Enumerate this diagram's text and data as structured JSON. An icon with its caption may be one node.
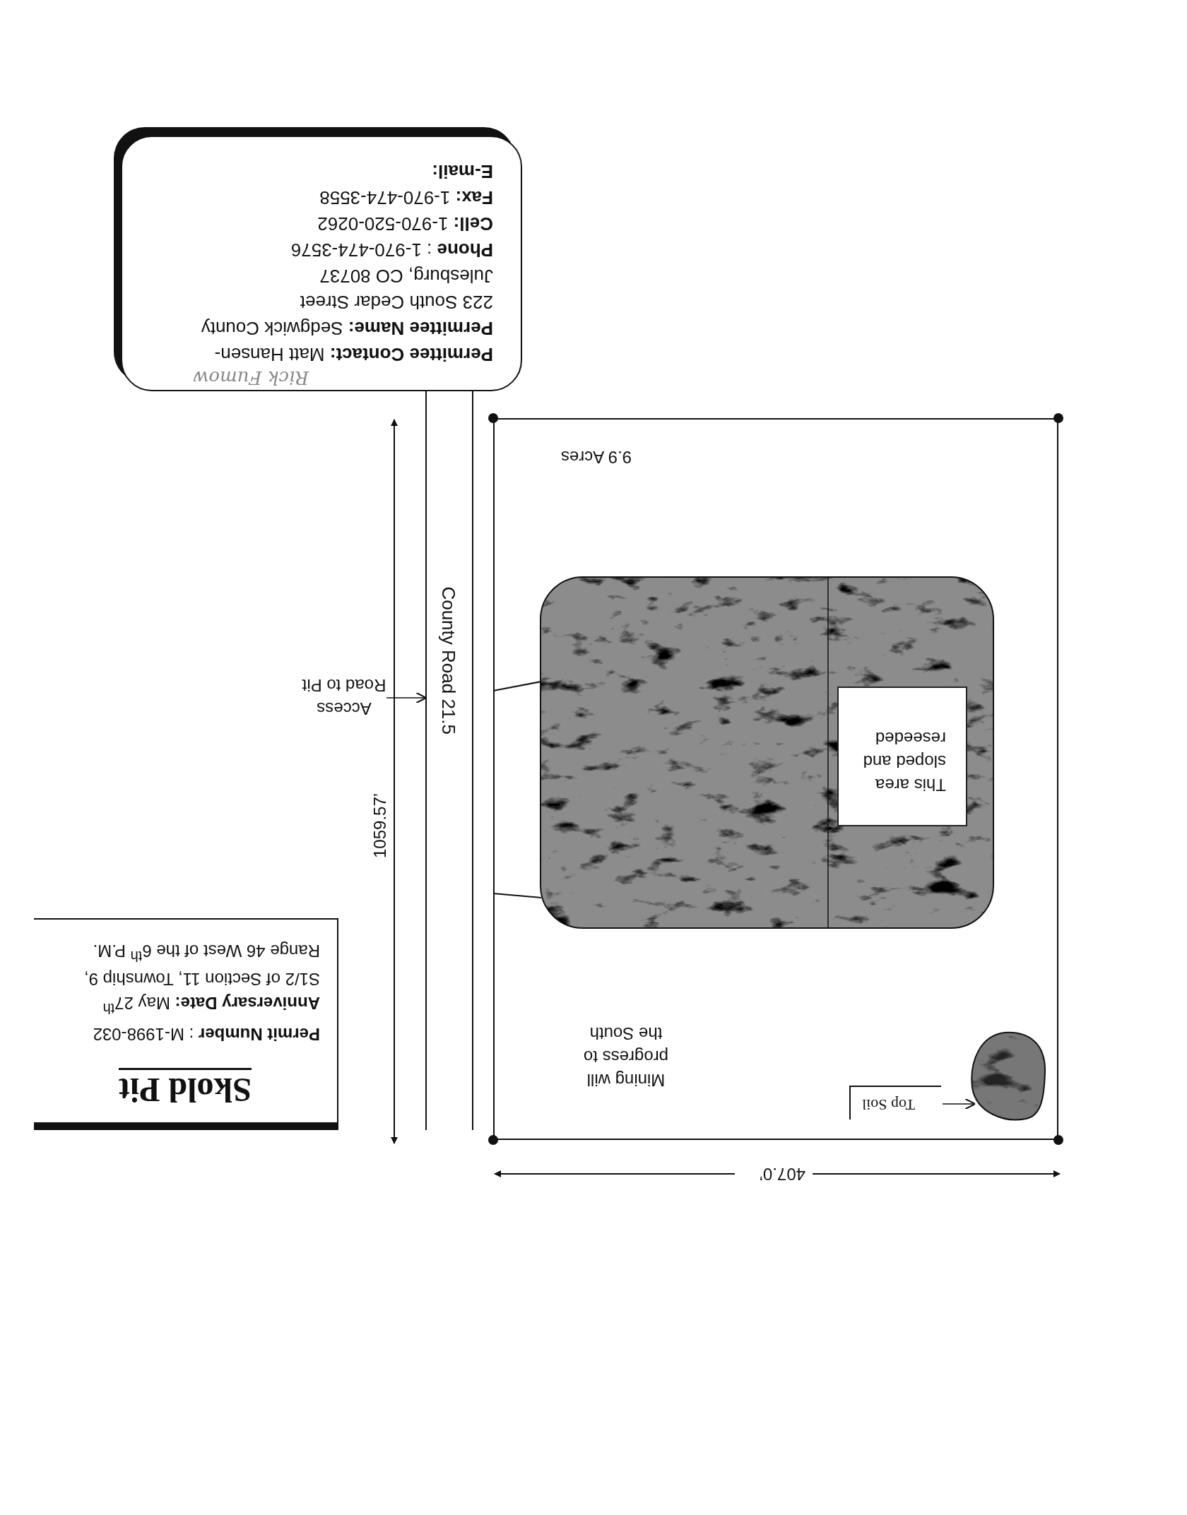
{
  "diagram": {
    "nodes": [
      {
        "text": [
          "Skold Pit",
          "**Permit Number** : M-1998-032",
          "**Anniversary Date:** May 27$^{th}$",
          "S1/2 of Section 11, Township 9, Range 46 West of the 6$^{th}$ P.M."
        ]
      },
      {
        "text": [
          "9.9 Acres",
          "Mining will progress to the South"
        ]
      },
      {
        "text": [],
        "shape": "picture",
        "in": 1
      },
      {
        "text": [
          "This area sloped and reseeded"
        ],
        "in": 2
      },
      {
        "text": [
          "Top Soil"
        ],
        "in": 1
      },
      {
        "text": [],
        "shape": "cloud",
        "in": 1
      },
      {
        "text": [
          "County Road 21.5"
        ]
      },
      {
        "text": [
          "Access Road to Pit"
        ]
      },
      {
        "text": [
          "**Permittee Contact:** Matt Hansen-",
          "Rick Fumow",
          "**Permittee Name:** Sedgwick County",
          "223 South Cedar Street",
          "Julesburg, CO 80737",
          "**Phone** : 1-970-474-3576",
          "**Cell:** 1-970-520-0262",
          "**Fax:** 1-970-474-3558",
          "**E-mail:**"
        ]
      }
    ],
    "edges": [
      {
        "from": 7,
        "to": 6,
        "arrow": "to"
      },
      {
        "from": 4,
        "to": 5,
        "arrow": "to"
      }
    ],
    "labels": [
      "1059.57’",
      "407.0’"
    ]
  }
}
